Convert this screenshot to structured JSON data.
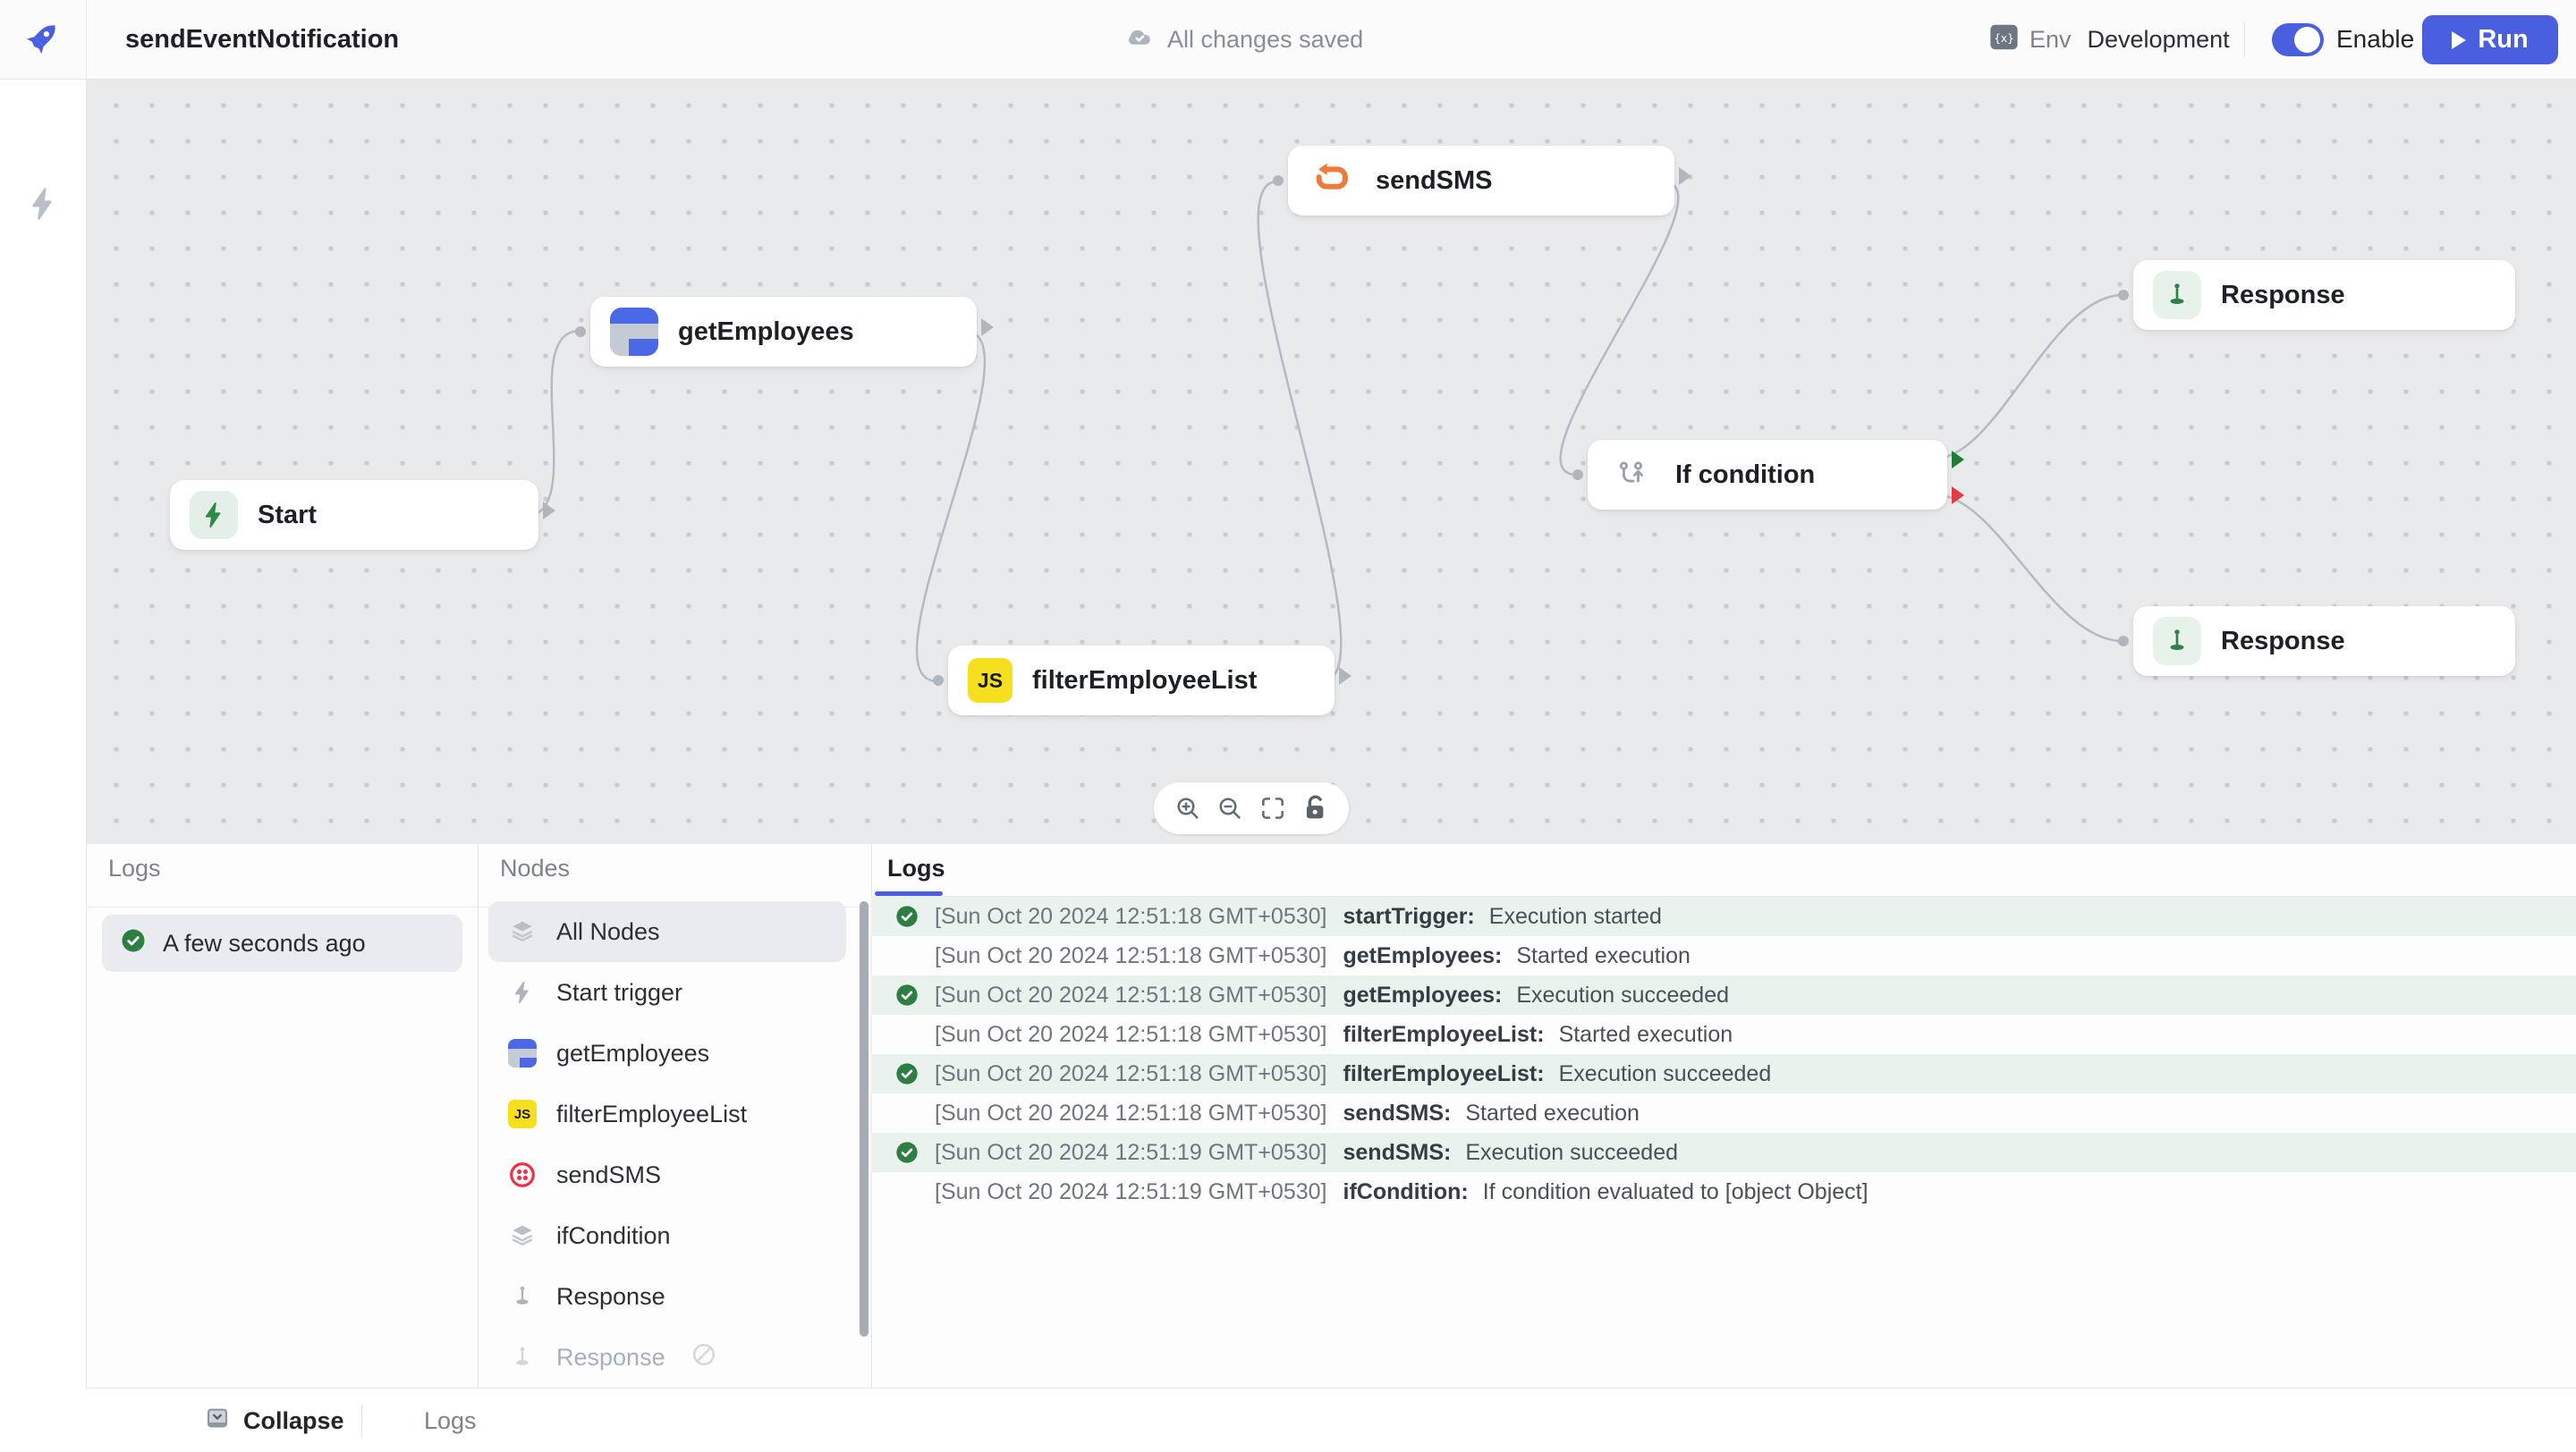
{
  "header": {
    "title": "sendEventNotification",
    "save_status": "All changes saved",
    "env_label": "Env",
    "env_value": "Development",
    "enable_label": "Enable",
    "run_label": "Run"
  },
  "canvas": {
    "nodes": [
      {
        "label": "Start",
        "icon": "lightning-icon"
      },
      {
        "label": "getEmployees",
        "icon": "datasource-icon"
      },
      {
        "label": "sendSMS",
        "icon": "loop-icon"
      },
      {
        "label": "filterEmployeeList",
        "icon": "js-icon",
        "js_badge": "JS"
      },
      {
        "label": "If condition",
        "icon": "branch-icon"
      },
      {
        "label": "Response",
        "icon": "return-icon"
      },
      {
        "label": "Response",
        "icon": "return-icon"
      }
    ],
    "toolbar_icons": [
      "zoom-in",
      "zoom-out",
      "fit-view",
      "lock"
    ]
  },
  "panel": {
    "runs_header": "Logs",
    "run_item": "A few seconds ago",
    "nodes_header": "Nodes",
    "filters": [
      {
        "label": "All Nodes",
        "icon": "layers-icon",
        "selected": true
      },
      {
        "label": "Start trigger",
        "icon": "lightning-icon"
      },
      {
        "label": "getEmployees",
        "icon": "datasource-icon"
      },
      {
        "label": "filterEmployeeList",
        "icon": "js-icon",
        "js_badge": "JS"
      },
      {
        "label": "sendSMS",
        "icon": "twilio-icon"
      },
      {
        "label": "ifCondition",
        "icon": "layers-icon"
      },
      {
        "label": "Response",
        "icon": "return-icon"
      },
      {
        "label": "Response",
        "icon": "return-icon",
        "disabled": true
      }
    ],
    "tab": "Logs",
    "entries": [
      {
        "timestamp": "[Sun Oct 20 2024 12:51:18 GMT+0530]",
        "node": "startTrigger:",
        "message": "Execution started",
        "success": true
      },
      {
        "timestamp": "[Sun Oct 20 2024 12:51:18 GMT+0530]",
        "node": "getEmployees:",
        "message": "Started execution",
        "success": false
      },
      {
        "timestamp": "[Sun Oct 20 2024 12:51:18 GMT+0530]",
        "node": "getEmployees:",
        "message": "Execution succeeded",
        "success": true
      },
      {
        "timestamp": "[Sun Oct 20 2024 12:51:18 GMT+0530]",
        "node": "filterEmployeeList:",
        "message": "Started execution",
        "success": false
      },
      {
        "timestamp": "[Sun Oct 20 2024 12:51:18 GMT+0530]",
        "node": "filterEmployeeList:",
        "message": "Execution succeeded",
        "success": true
      },
      {
        "timestamp": "[Sun Oct 20 2024 12:51:18 GMT+0530]",
        "node": "sendSMS:",
        "message": "Started execution",
        "success": false
      },
      {
        "timestamp": "[Sun Oct 20 2024 12:51:19 GMT+0530]",
        "node": "sendSMS:",
        "message": "Execution succeeded",
        "success": true
      },
      {
        "timestamp": "[Sun Oct 20 2024 12:51:19 GMT+0530]",
        "node": "ifCondition:",
        "message": "If condition evaluated to [object Object]",
        "success": false
      }
    ]
  },
  "footer": {
    "collapse_label": "Collapse",
    "logs_label": "Logs"
  },
  "colors": {
    "accent_blue": "#4a5fe0",
    "success_green": "#2e7d43",
    "success_row_bg": "#e9f2ec",
    "danger_red": "#e63946",
    "twilio_red": "#f22f46",
    "js_yellow": "#f6df1f",
    "loop_orange": "#ee7b3a",
    "canvas_bg": "#e9eaec"
  }
}
